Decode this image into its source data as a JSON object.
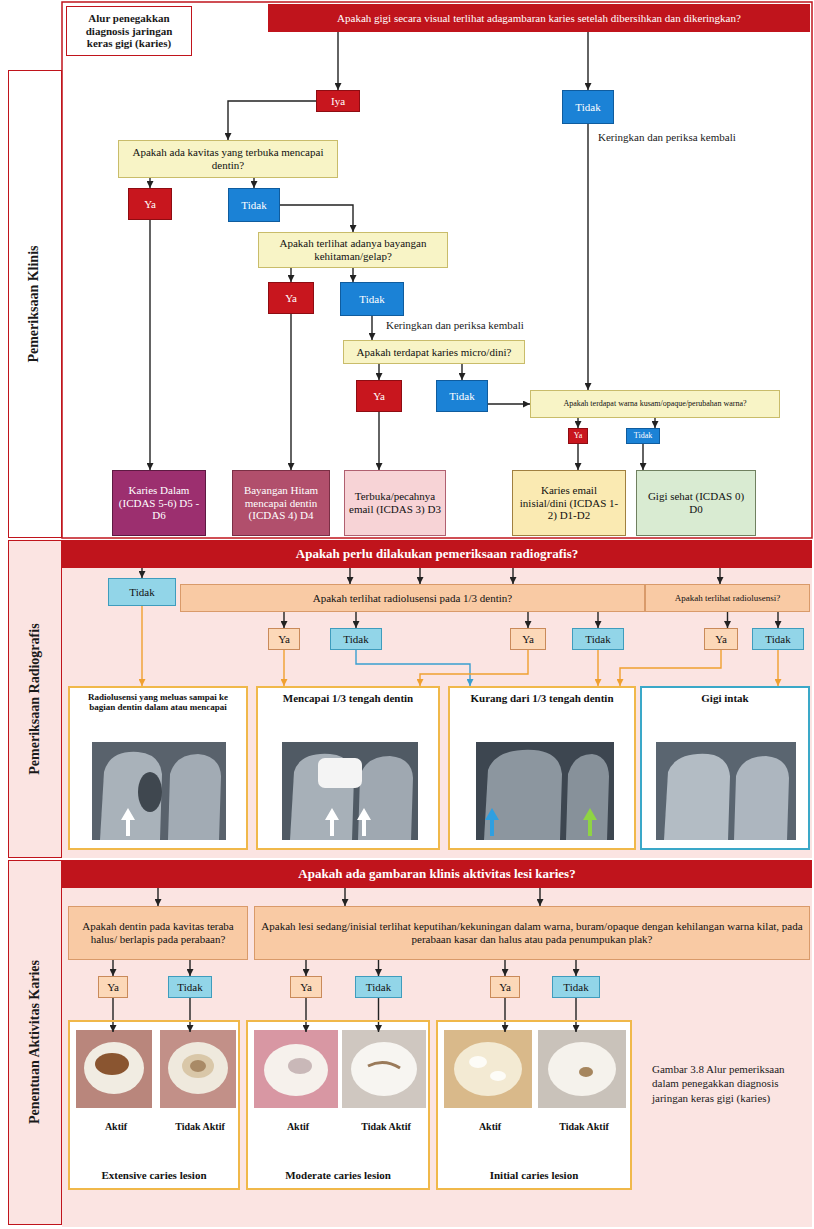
{
  "diagram": {
    "title": "Alur penegakkan diagnosis jaringan keras gigi (karies)",
    "caption": "Gambar 3.8 Alur pemeriksaan dalam penegakkan diagnosis jaringan keras gigi (karies)",
    "nodes": [
      {
        "text": [
          "Pemeriksaan Klinis"
        ]
      },
      {
        "text": [
          "Apakah gigi secara visual terlihat adagambaran karies setelah dibersihkan dan dikeringkan?"
        ]
      },
      {
        "text": [
          "Iya"
        ]
      },
      {
        "text": [
          "Tidak"
        ]
      },
      {
        "text": [
          "Apakah ada kavitas yang terbuka mencapai dentin?"
        ]
      },
      {
        "text": [
          "Ya"
        ]
      },
      {
        "text": [
          "Tidak"
        ]
      },
      {
        "text": [
          "Apakah terlihat adanya bayangan kehitaman/gelap?"
        ]
      },
      {
        "text": [
          "Ya"
        ]
      },
      {
        "text": [
          "Tidak"
        ]
      },
      {
        "text": [
          "Apakah terdapat karies micro/dini?"
        ]
      },
      {
        "text": [
          "Ya"
        ]
      },
      {
        "text": [
          "Tidak"
        ]
      },
      {
        "text": [
          "Apakah terdapat warna kusam/opaque/perubahan warna?"
        ]
      },
      {
        "text": [
          "Ya"
        ]
      },
      {
        "text": [
          "Tidak"
        ]
      },
      {
        "text": [
          "Karies Dalam (ICDAS 5-6) D5 - D6"
        ]
      },
      {
        "text": [
          "Bayangan Hitam mencapai dentin (ICDAS 4) D4"
        ]
      },
      {
        "text": [
          "Terbuka/pecahnya email (ICDAS 3) D3"
        ]
      },
      {
        "text": [
          "Karies email inisial/dini (ICDAS 1-2) D1-D2"
        ]
      },
      {
        "text": [
          "Gigi sehat (ICDAS 0) D0"
        ]
      },
      {
        "text": [
          "Pemeriksaan Radiografis"
        ]
      },
      {
        "text": [
          "Apakah perlu dilakukan pemeriksaan radiografis?"
        ]
      },
      {
        "text": [
          "Tidak"
        ]
      },
      {
        "text": [
          "Apakah terlihat radiolusensi pada 1/3 dentin?"
        ]
      },
      {
        "text": [
          "Apakah terlihat radiolusensi?"
        ]
      },
      {
        "text": [
          "Ya"
        ]
      },
      {
        "text": [
          "Tidak"
        ]
      },
      {
        "text": [
          "Ya"
        ]
      },
      {
        "text": [
          "Tidak"
        ]
      },
      {
        "text": [
          "Ya"
        ]
      },
      {
        "text": [
          "Tidak"
        ]
      },
      {
        "text": [
          "Radiolusensi yang meluas sampai ke bagian dentin dalam atau mencapai"
        ]
      },
      {
        "text": [
          "Mencapai 1/3 tengah dentin"
        ]
      },
      {
        "text": [
          "Kurang dari 1/3 tengah dentin"
        ]
      },
      {
        "text": [
          "Gigi intak"
        ]
      },
      {
        "text": [
          "Penentuan Aktivitas Karies"
        ]
      },
      {
        "text": [
          "Apakah ada gambaran klinis aktivitas lesi karies?"
        ]
      },
      {
        "text": [
          "Apakah dentin pada kavitas teraba halus/ berlapis pada perabaan?"
        ]
      },
      {
        "text": [
          "Apakah lesi sedang/inisial terlihat keputihan/kekuningan dalam warna, buram/opaque dengan kehilangan warna kilat, pada perabaan kasar dan halus atau pada penumpukan plak?"
        ]
      },
      {
        "text": [
          "Ya"
        ]
      },
      {
        "text": [
          "Tidak"
        ]
      },
      {
        "text": [
          "Ya"
        ]
      },
      {
        "text": [
          "Tidak"
        ]
      },
      {
        "text": [
          "Ya"
        ]
      },
      {
        "text": [
          "Tidak"
        ]
      },
      {
        "text": [
          "Extensive caries lesion"
        ]
      },
      {
        "text": [
          "Aktif"
        ],
        "in": 46
      },
      {
        "text": [
          "Tidak Aktif"
        ],
        "in": 46
      },
      {
        "text": [
          "Moderate caries lesion"
        ]
      },
      {
        "text": [
          "Aktif"
        ],
        "in": 49
      },
      {
        "text": [
          "Tidak Aktif"
        ],
        "in": 49
      },
      {
        "text": [
          "Initial caries lesion"
        ]
      },
      {
        "text": [
          "Aktif"
        ],
        "in": 52
      },
      {
        "text": [
          "Tidak Aktif"
        ],
        "in": 52
      }
    ],
    "edges": [
      {
        "from": 1,
        "to": 2,
        "arrow": "to"
      },
      {
        "from": 1,
        "to": 3,
        "arrow": "to"
      },
      {
        "from": 2,
        "to": 4,
        "arrow": "to"
      },
      {
        "from": 4,
        "to": 5,
        "arrow": "to"
      },
      {
        "from": 4,
        "to": 6,
        "arrow": "to"
      },
      {
        "from": 6,
        "to": 7,
        "arrow": "to"
      },
      {
        "from": 7,
        "to": 8,
        "arrow": "to"
      },
      {
        "from": 7,
        "to": 9,
        "arrow": "to"
      },
      {
        "from": 9,
        "to": 10,
        "arrow": "to"
      },
      {
        "from": 10,
        "to": 11,
        "arrow": "to"
      },
      {
        "from": 10,
        "to": 12,
        "arrow": "to"
      },
      {
        "from": 12,
        "to": 13,
        "arrow": "to"
      },
      {
        "from": 3,
        "to": 13,
        "arrow": "to"
      },
      {
        "from": 13,
        "to": 14,
        "arrow": "to"
      },
      {
        "from": 13,
        "to": 15,
        "arrow": "to"
      },
      {
        "from": 5,
        "to": 16,
        "arrow": "to"
      },
      {
        "from": 8,
        "to": 17,
        "arrow": "to"
      },
      {
        "from": 11,
        "to": 18,
        "arrow": "to"
      },
      {
        "from": 14,
        "to": 19,
        "arrow": "to"
      },
      {
        "from": 15,
        "to": 20,
        "arrow": "to"
      },
      {
        "from": 22,
        "to": 23,
        "arrow": "to"
      },
      {
        "from": 22,
        "to": 24,
        "arrow": "to"
      },
      {
        "from": 22,
        "to": 24,
        "arrow": "to"
      },
      {
        "from": 22,
        "to": 24,
        "arrow": "to"
      },
      {
        "from": 22,
        "to": 25,
        "arrow": "to"
      },
      {
        "from": 24,
        "to": 26,
        "arrow": "to"
      },
      {
        "from": 24,
        "to": 27,
        "arrow": "to"
      },
      {
        "from": 24,
        "to": 28,
        "arrow": "to"
      },
      {
        "from": 24,
        "to": 29,
        "arrow": "to"
      },
      {
        "from": 25,
        "to": 30,
        "arrow": "to"
      },
      {
        "from": 25,
        "to": 31,
        "arrow": "to"
      },
      {
        "from": 23,
        "to": 32,
        "arrow": "to"
      },
      {
        "from": 26,
        "to": 33,
        "arrow": "to"
      },
      {
        "from": 27,
        "to": 34,
        "arrow": "to"
      },
      {
        "from": 28,
        "to": 33,
        "arrow": "to"
      },
      {
        "from": 29,
        "to": 34,
        "arrow": "to"
      },
      {
        "from": 30,
        "to": 34,
        "arrow": "to"
      },
      {
        "from": 31,
        "to": 35,
        "arrow": "to"
      },
      {
        "from": 37,
        "to": 38,
        "arrow": "to"
      },
      {
        "from": 37,
        "to": 39,
        "arrow": "to"
      },
      {
        "from": 37,
        "to": 39,
        "arrow": "to"
      },
      {
        "from": 38,
        "to": 40,
        "arrow": "to"
      },
      {
        "from": 38,
        "to": 41,
        "arrow": "to"
      },
      {
        "from": 39,
        "to": 42,
        "arrow": "to"
      },
      {
        "from": 39,
        "to": 43,
        "arrow": "to"
      },
      {
        "from": 39,
        "to": 44,
        "arrow": "to"
      },
      {
        "from": 39,
        "to": 45,
        "arrow": "to"
      },
      {
        "from": 40,
        "to": 47,
        "arrow": "to"
      },
      {
        "from": 41,
        "to": 48,
        "arrow": "to"
      },
      {
        "from": 42,
        "to": 50,
        "arrow": "to"
      },
      {
        "from": 43,
        "to": 51,
        "arrow": "to"
      },
      {
        "from": 44,
        "to": 53,
        "arrow": "to"
      },
      {
        "from": 45,
        "to": 54,
        "arrow": "to"
      }
    ],
    "labels": [
      "Keringkan dan periksa kembali",
      "Keringkan dan periksa kembali"
    ]
  }
}
